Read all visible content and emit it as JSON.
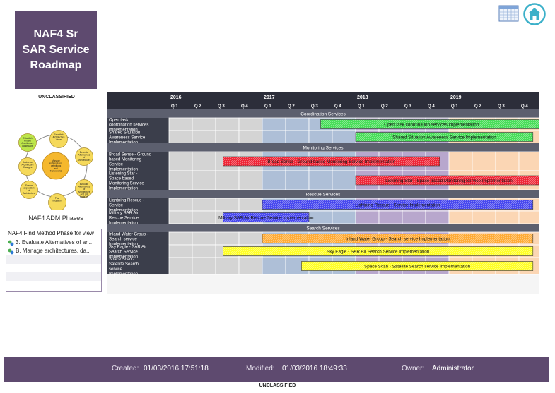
{
  "title": "NAF4 Sr SAR Service Roadmap",
  "classification": "UNCLASSIFIED",
  "icons": {
    "calendar": "calendar-icon",
    "home": "home-icon"
  },
  "adm": {
    "caption": "NAF4 ADM Phases",
    "nodes": [
      "Establish Project Architecture Landscape",
      "Establish Architecture Vision",
      "Describe Alternatives of Architectures",
      "Evaluate Alternatives of Architecture and get trade-off",
      "Plan Migration",
      "Ensure application of Architecture",
      "Decide on Architecture Changes",
      "Manage architectures, definitions and frameworks"
    ]
  },
  "find_method": {
    "header": "NAF4 Find Method Phase for view",
    "rows": [
      "3. Evaluate Alternatives of ar...",
      "B. Manage architectures, da..."
    ]
  },
  "colors": {
    "title_bg": "#5e4a6f",
    "y2016": "#d4d4d4",
    "y2017": "#aebfd7",
    "y2018": "#b8a7cd",
    "y2019": "#fbd6b4",
    "header_bg": "#2c2e3a"
  },
  "chart_data": {
    "type": "gantt",
    "years": [
      "2016",
      "2017",
      "2018",
      "2019"
    ],
    "quarters": [
      "Q 1",
      "Q 2",
      "Q 3",
      "Q 4"
    ],
    "sections": [
      {
        "name": "Coordination Services",
        "rows": [
          {
            "label": "Open task coordination services implementation",
            "bar": "Open task coordination services implementation",
            "start": 2017.625,
            "end": 2020.0,
            "color": "#44dd55"
          },
          {
            "label": "Shared Situation Awareness Service Implementation",
            "bar": "Shared Situation Awareness Service Implementation",
            "start": 2018.0,
            "end": 2019.9,
            "color": "#44dd55"
          }
        ]
      },
      {
        "name": "Monitoring Services",
        "rows": [
          {
            "label": "Broad Sense - Ground based Monitoring Service Implementation",
            "bar": "Broad Sense - Ground based Monitoring Service Implementation",
            "start": 2016.58,
            "end": 2018.9,
            "color": "#ee2233"
          },
          {
            "label": "Listening Star - Space based Monitoring Service Implementation",
            "bar": "Listening Star - Space based Monitoring Service Implementation",
            "start": 2018.0,
            "end": 2020.0,
            "color": "#ee2233"
          }
        ]
      },
      {
        "name": "Rescue Services",
        "rows": [
          {
            "label": "Lightning Rescue - Service Implementation",
            "bar": "Lightning Rescue - Service Implementation",
            "start": 2017.0,
            "end": 2019.9,
            "color": "#4444ee"
          },
          {
            "label": "Military SAR Air Rescue Service Implementation",
            "bar": "Military SAR Air Rescue Service Implementation",
            "start": 2016.58,
            "end": 2017.5,
            "color": "#4444ee"
          }
        ]
      },
      {
        "name": "Search Services",
        "rows": [
          {
            "label": "Inland Water Group - Search service Implementation",
            "bar": "Inland Water Group - Search service Implementation",
            "start": 2017.0,
            "end": 2019.9,
            "color": "#ffaa33"
          },
          {
            "label": "Sky Eagle - SAR Air Search Service Implementation",
            "bar": "Sky Eagle - SAR Air Search Service Implementation",
            "start": 2016.58,
            "end": 2019.9,
            "color": "#ffff22"
          },
          {
            "label": "Space Scan - Satellite Search service Implementation",
            "bar": "Space Scan - Satellite Search service Implementation",
            "start": 2017.42,
            "end": 2019.9,
            "color": "#ffff22"
          }
        ]
      }
    ]
  },
  "footer": {
    "created_label": "Created:",
    "created_value": "01/03/2016 17:51:18",
    "modified_label": "Modified:",
    "modified_value": "01/03/2016 18:49:33",
    "owner_label": "Owner:",
    "owner_value": "Administrator"
  }
}
